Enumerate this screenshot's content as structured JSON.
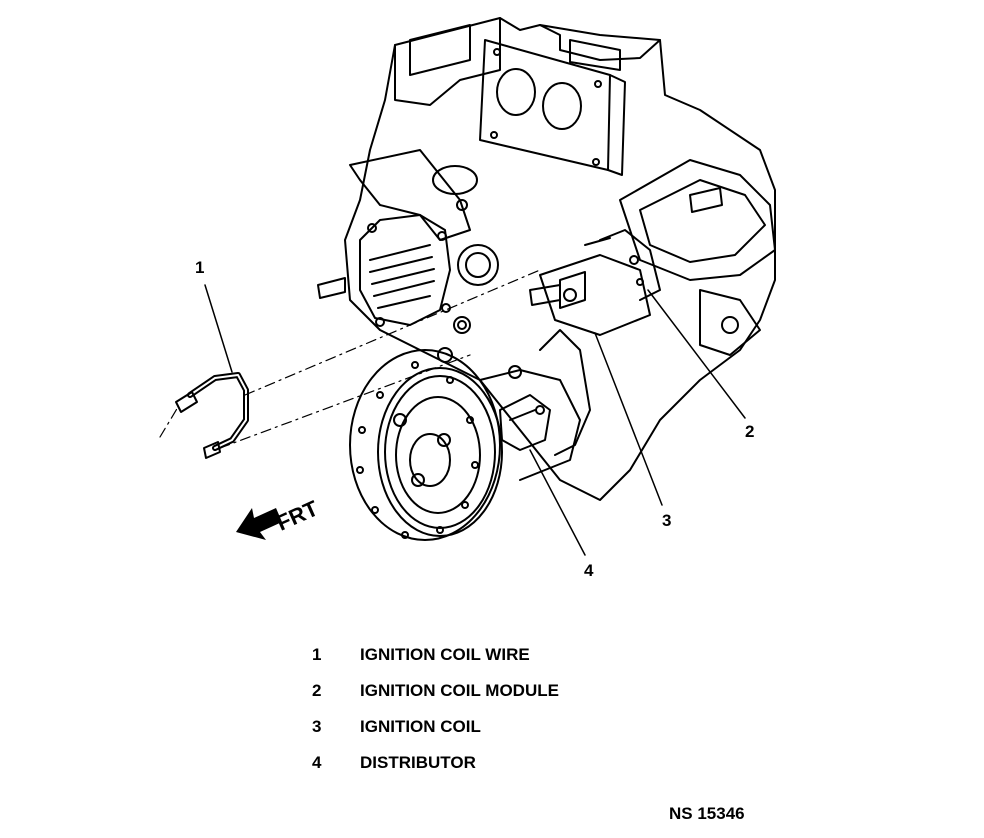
{
  "diagram": {
    "orientation_label": "FRT",
    "callouts": [
      "1",
      "2",
      "3",
      "4"
    ],
    "legend": [
      {
        "number": "1",
        "label": "IGNITION COIL WIRE"
      },
      {
        "number": "2",
        "label": "IGNITION COIL MODULE"
      },
      {
        "number": "3",
        "label": "IGNITION COIL"
      },
      {
        "number": "4",
        "label": "DISTRIBUTOR"
      }
    ],
    "figure_id": "NS 15346"
  }
}
